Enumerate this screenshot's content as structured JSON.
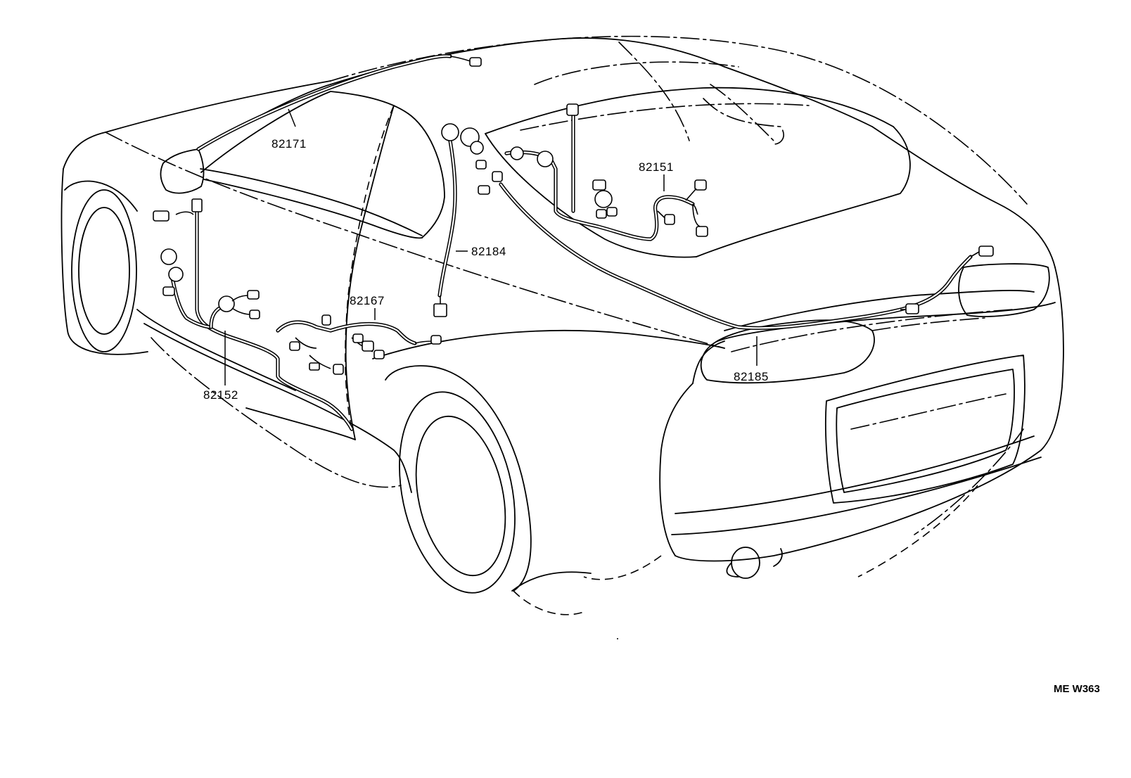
{
  "parts": [
    {
      "id": "p1",
      "number": "82171"
    },
    {
      "id": "p2",
      "number": "82151"
    },
    {
      "id": "p3",
      "number": "82184"
    },
    {
      "id": "p4",
      "number": "82167"
    },
    {
      "id": "p5",
      "number": "82152"
    },
    {
      "id": "p6",
      "number": "82185"
    }
  ],
  "drawing_code": "ME W363"
}
